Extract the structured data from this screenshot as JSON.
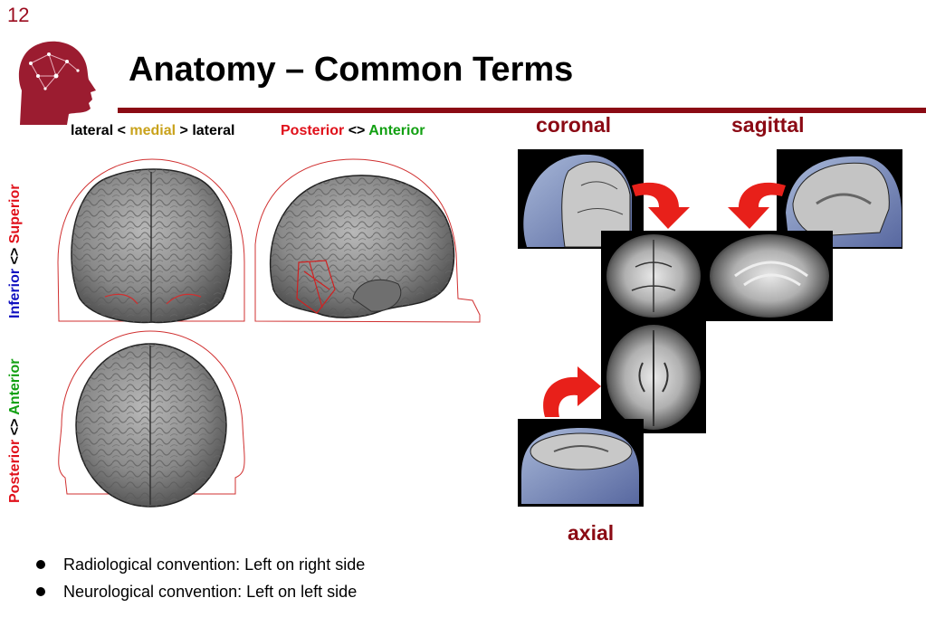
{
  "slide": {
    "number": "12",
    "title": "Anatomy – Common Terms"
  },
  "directions": {
    "lateral_left": "lateral",
    "lt": "<",
    "medial": "medial",
    "gt": ">",
    "lateral_right": "lateral",
    "posterior": "Posterior",
    "arrows": "<>",
    "anterior": "Anterior",
    "inferior": "Inferior",
    "superior": "Superior"
  },
  "views": {
    "coronal": "coronal",
    "sagittal": "sagittal",
    "axial": "axial"
  },
  "bullets": [
    "Radiological convention: Left on right side",
    "Neurological convention: Left on left side"
  ],
  "colors": {
    "accent": "#8b0a14",
    "label_red": "#e0101a",
    "label_green": "#12a012",
    "label_gold": "#c9a21b",
    "label_blue": "#1010c0",
    "arrow_red": "#e8201a"
  }
}
